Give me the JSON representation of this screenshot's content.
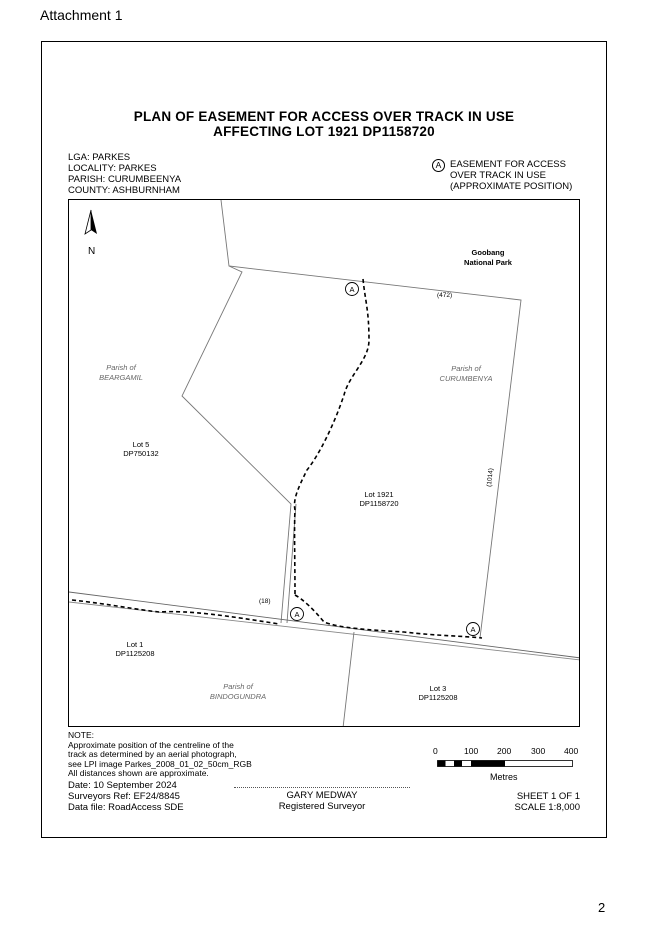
{
  "header": {
    "attachment": "Attachment 1",
    "page_number": "2"
  },
  "title": {
    "line1": "PLAN OF EASEMENT FOR ACCESS OVER TRACK IN USE",
    "line2": "AFFECTING LOT 1921 DP1158720"
  },
  "location": {
    "lga": "LGA: PARKES",
    "locality": "LOCALITY: PARKES",
    "parish": "PARISH: CURUMBEENYA",
    "county": "COUNTY: ASHBURNHAM"
  },
  "legend": {
    "symbol": "A",
    "line1": "EASEMENT FOR ACCESS",
    "line2": "OVER TRACK IN USE",
    "line3": "(APPROXIMATE POSITION)"
  },
  "map": {
    "north": "N",
    "goobang_1": "Goobang",
    "goobang_2": "National Park",
    "parish_beargamil_1": "Parish of",
    "parish_beargamil_2": "BEARGAMIL",
    "parish_curumbenya_1": "Parish of",
    "parish_curumbenya_2": "CURUMBENYA",
    "parish_bindogundra_1": "Parish of",
    "parish_bindogundra_2": "BINDOGUNDRA",
    "lot5_1": "Lot 5",
    "lot5_2": "DP750132",
    "lot1921_1": "Lot 1921",
    "lot1921_2": "DP1158720",
    "lot1_1": "Lot 1",
    "lot1_2": "DP1125208",
    "lot3_1": "Lot 3",
    "lot3_2": "DP1125208",
    "dim_472": "(472)",
    "dim_1014": "(1014)",
    "dim_18": "(18)",
    "marker": "A"
  },
  "note": {
    "heading": "NOTE:",
    "line1": "Approximate position of the centreline of the",
    "line2": "track as determined by an aerial photograph,",
    "line3": "see LPI image Parkes_2008_01_02_50cm_RGB",
    "line4": "All distances shown are approximate."
  },
  "scale_bar": {
    "ticks": [
      "0",
      "100",
      "200",
      "300",
      "400"
    ],
    "unit": "Metres"
  },
  "footer": {
    "date": "Date: 10 September 2024",
    "surveyors_ref": "Surveyors Ref: EF24/8845",
    "data_file": "Data file: RoadAccess SDE",
    "surveyor_name": "GARY MEDWAY",
    "surveyor_title": "Registered Surveyor",
    "sheet": "SHEET 1 OF 1",
    "scale": "SCALE 1:8,000"
  }
}
